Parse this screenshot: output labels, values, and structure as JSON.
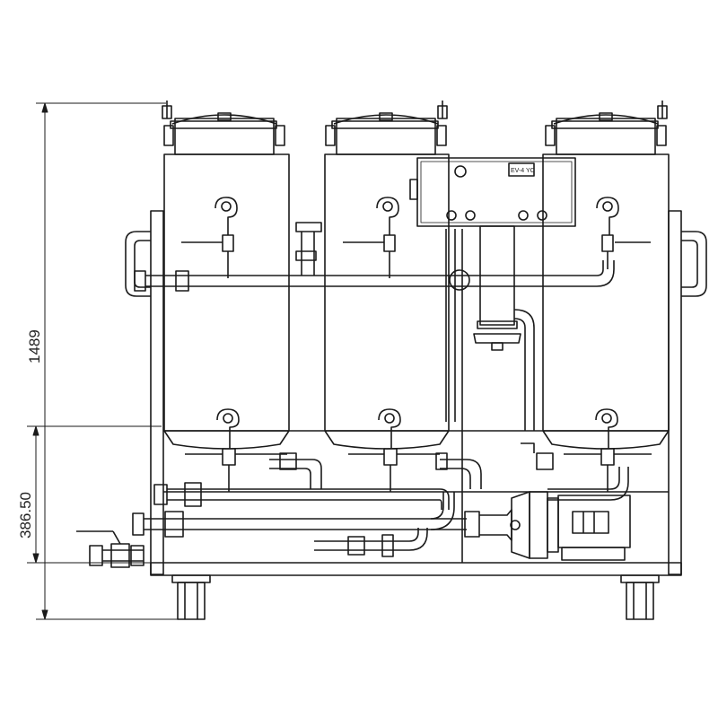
{
  "dimensions": {
    "overall_height": "1489",
    "base_height": "386.50"
  },
  "control_panel": {
    "display_label": "EV-4 YC"
  },
  "colors": {
    "line": "#1a1a1a",
    "background": "#ffffff"
  }
}
